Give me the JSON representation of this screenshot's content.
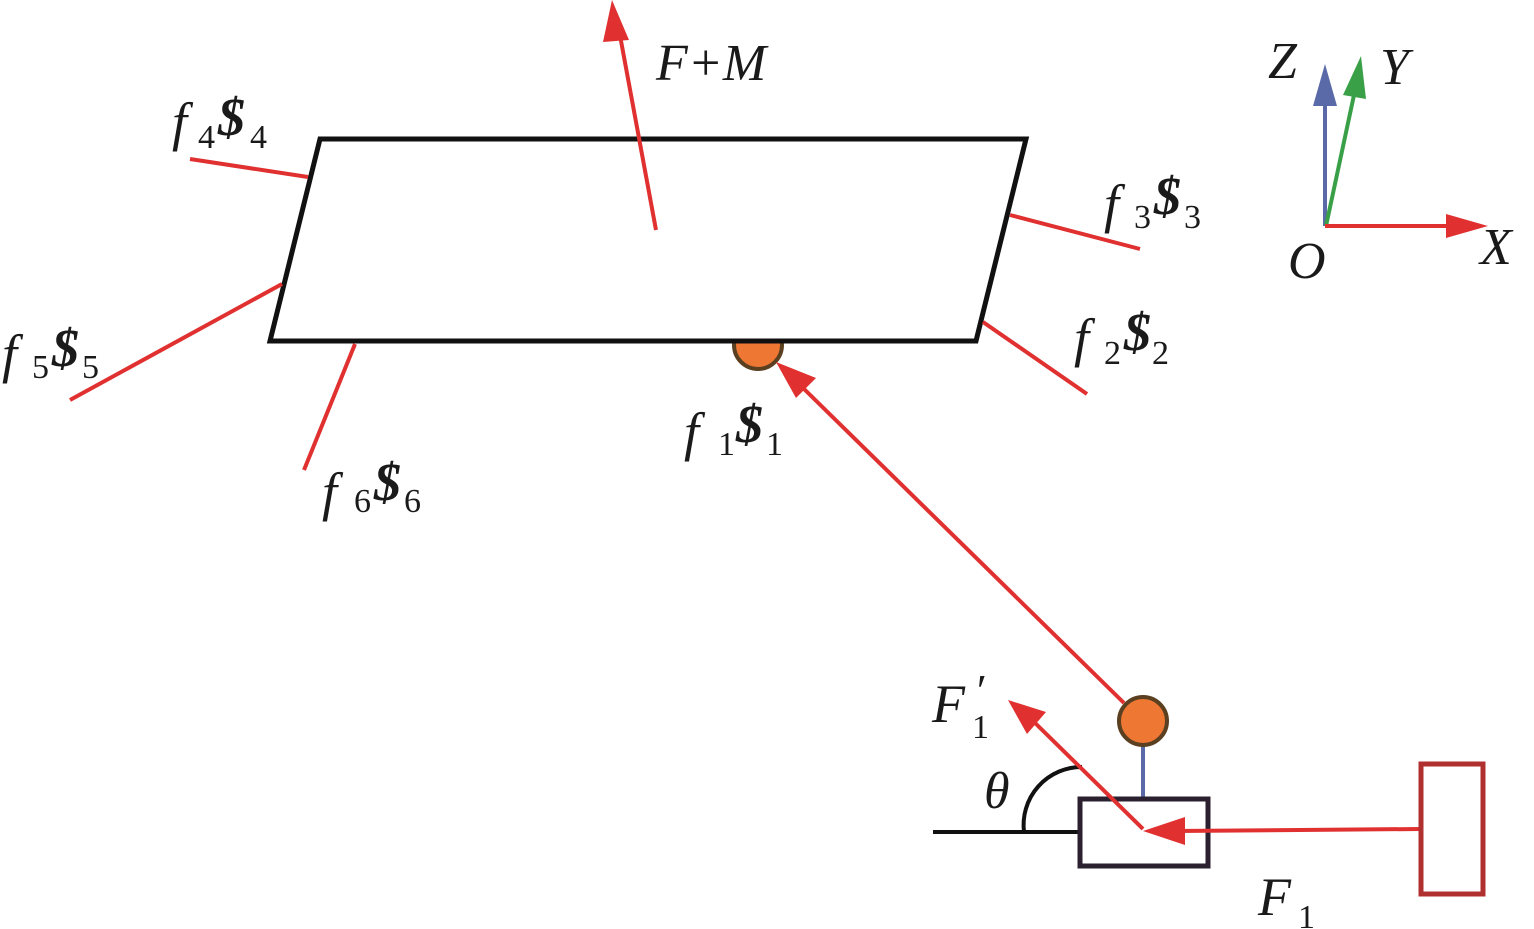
{
  "diagram": {
    "title": "Force and twist diagram of a parallel platform with slider-driven leg",
    "colors": {
      "platform_outline": "#111111",
      "force_red": "#e03030",
      "z_axis_blue": "#5a6aa8",
      "y_axis_green": "#3aa048",
      "joint_fill": "#ee7733",
      "joint_outline": "#5a4020",
      "slider_outline": "#2a2030",
      "base_outline": "#b03030",
      "rod_blue": "#5a6aa8"
    },
    "labels": {
      "resultant": "F+M",
      "twists": [
        {
          "f": "f",
          "idx": "1",
          "s": "$",
          "sidx": "1"
        },
        {
          "f": "f",
          "idx": "2",
          "s": "$",
          "sidx": "2"
        },
        {
          "f": "f",
          "idx": "3",
          "s": "$",
          "sidx": "3"
        },
        {
          "f": "f",
          "idx": "4",
          "s": "$",
          "sidx": "4"
        },
        {
          "f": "f",
          "idx": "5",
          "s": "$",
          "sidx": "5"
        },
        {
          "f": "f",
          "idx": "6",
          "s": "$",
          "sidx": "6"
        }
      ],
      "axes": {
        "x": "X",
        "y": "Y",
        "z": "Z",
        "origin": "O"
      },
      "slider_force": {
        "main": "F",
        "sub": "1"
      },
      "component_force": {
        "main": "F",
        "prime": "′",
        "sub": "1"
      },
      "angle": "θ"
    }
  }
}
